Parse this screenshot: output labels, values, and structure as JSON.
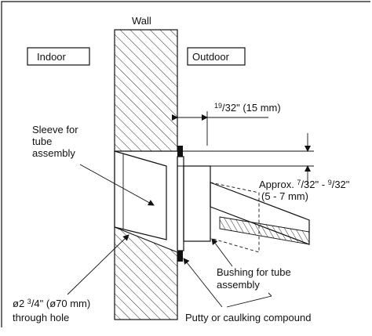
{
  "labels": {
    "wall": "Wall",
    "indoor": "Indoor",
    "outdoor": "Outdoor",
    "sleeve_line1": "Sleeve for",
    "sleeve_line2": "tube",
    "sleeve_line3": "assembly",
    "dim_top_num": "19",
    "dim_top_den": "/32",
    "dim_top_rest": "\" (15 mm)",
    "approx_prefix": "Approx. ",
    "approx_n1": "7",
    "approx_d1": "/32",
    "approx_mid": "\" - ",
    "approx_n2": "9",
    "approx_d2": "/32",
    "approx_end": "\"",
    "approx_line2": "(5 - 7 mm)",
    "bushing_line1": "Bushing for tube",
    "bushing_line2": "assembly",
    "hole_prefix": "ø2 ",
    "hole_frac_num": "3",
    "hole_frac_den": "/4",
    "hole_rest": "\" (ø70 mm)",
    "hole_line2": "through hole",
    "putty": "Putty or caulking compound"
  },
  "colors": {
    "ink": "#111111",
    "background": "#ffffff"
  }
}
